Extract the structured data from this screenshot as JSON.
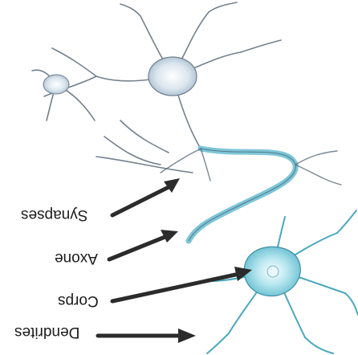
{
  "labels": {
    "synapses": "Synapses",
    "axone": "Axone",
    "corps": "Corps",
    "dendrites": "Dendrites"
  },
  "colors": {
    "background": "#ffffff",
    "neuron_upper": "#c9d8e6",
    "neuron_lower": "#8ed0df",
    "outline": "#3a4654",
    "arrow": "#2b2b2b",
    "label_text": "#1a1a1a"
  }
}
